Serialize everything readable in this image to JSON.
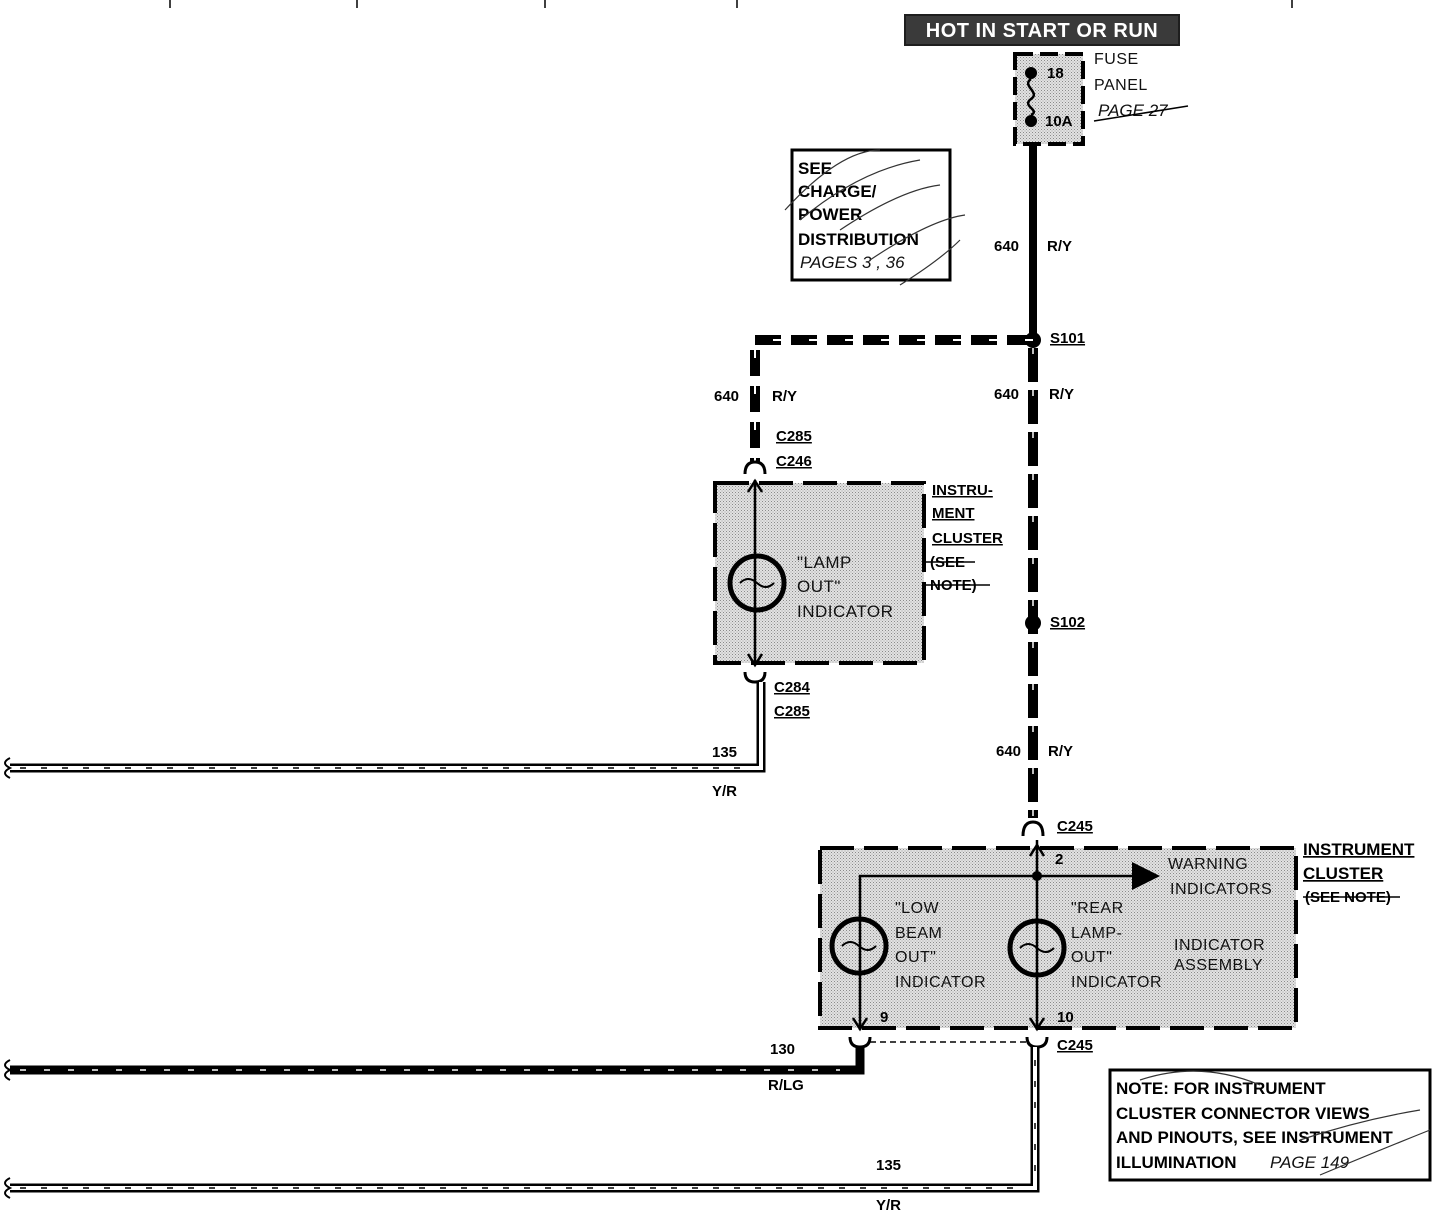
{
  "header": {
    "hot_label": "HOT IN START OR RUN"
  },
  "fuse": {
    "number": "18",
    "rating": "10A",
    "label_line1": "FUSE",
    "label_line2": "PANEL",
    "page_ref": "PAGE 27"
  },
  "see_box": {
    "line1": "SEE",
    "line2": "CHARGE/",
    "line3": "POWER",
    "line4": "DISTRIBUTION",
    "line5": "PAGES 3 , 36"
  },
  "wires": {
    "w640_top": {
      "circuit": "640",
      "color": "R/Y"
    },
    "w640_left": {
      "circuit": "640",
      "color": "R/Y"
    },
    "w640_mid": {
      "circuit": "640",
      "color": "R/Y"
    },
    "w640_low": {
      "circuit": "640",
      "color": "R/Y"
    },
    "w135_upper": {
      "circuit": "135",
      "color": "Y/R"
    },
    "w130": {
      "circuit": "130",
      "color": "R/LG"
    },
    "w135_lower": {
      "circuit": "135",
      "color": "Y/R"
    }
  },
  "splices": {
    "s101": "S101",
    "s102": "S102"
  },
  "connectors": {
    "c285_top": "C285",
    "c246": "C246",
    "c284": "C284",
    "c285_bottom": "C285",
    "c245_top": "C245",
    "c245_bottom": "C245"
  },
  "cluster_upper": {
    "title_line1": "INSTRU-",
    "title_line2": "MENT",
    "title_line3": "CLUSTER",
    "title_line4": "(SEE",
    "title_line5": "NOTE)",
    "lamp_line1": "\"LAMP",
    "lamp_line2": "OUT\"",
    "lamp_line3": "INDICATOR"
  },
  "cluster_lower": {
    "title_line1": "INSTRUMENT",
    "title_line2": "CLUSTER",
    "title_line3": "(SEE NOTE)",
    "pin_top": "2",
    "pin_left": "9",
    "pin_right": "10",
    "warning_line1": "WARNING",
    "warning_line2": "INDICATORS",
    "assembly_line1": "INDICATOR",
    "assembly_line2": "ASSEMBLY",
    "low_line1": "\"LOW",
    "low_line2": "BEAM",
    "low_line3": "OUT\"",
    "low_line4": "INDICATOR",
    "rear_line1": "\"REAR",
    "rear_line2": "LAMP-",
    "rear_line3": "OUT\"",
    "rear_line4": "INDICATOR"
  },
  "note": {
    "line1": "NOTE: FOR INSTRUMENT",
    "line2": "CLUSTER CONNECTOR VIEWS",
    "line3": "AND PINOUTS, SEE INSTRUMENT",
    "line4": "ILLUMINATION",
    "page_ref": "PAGE 149"
  }
}
